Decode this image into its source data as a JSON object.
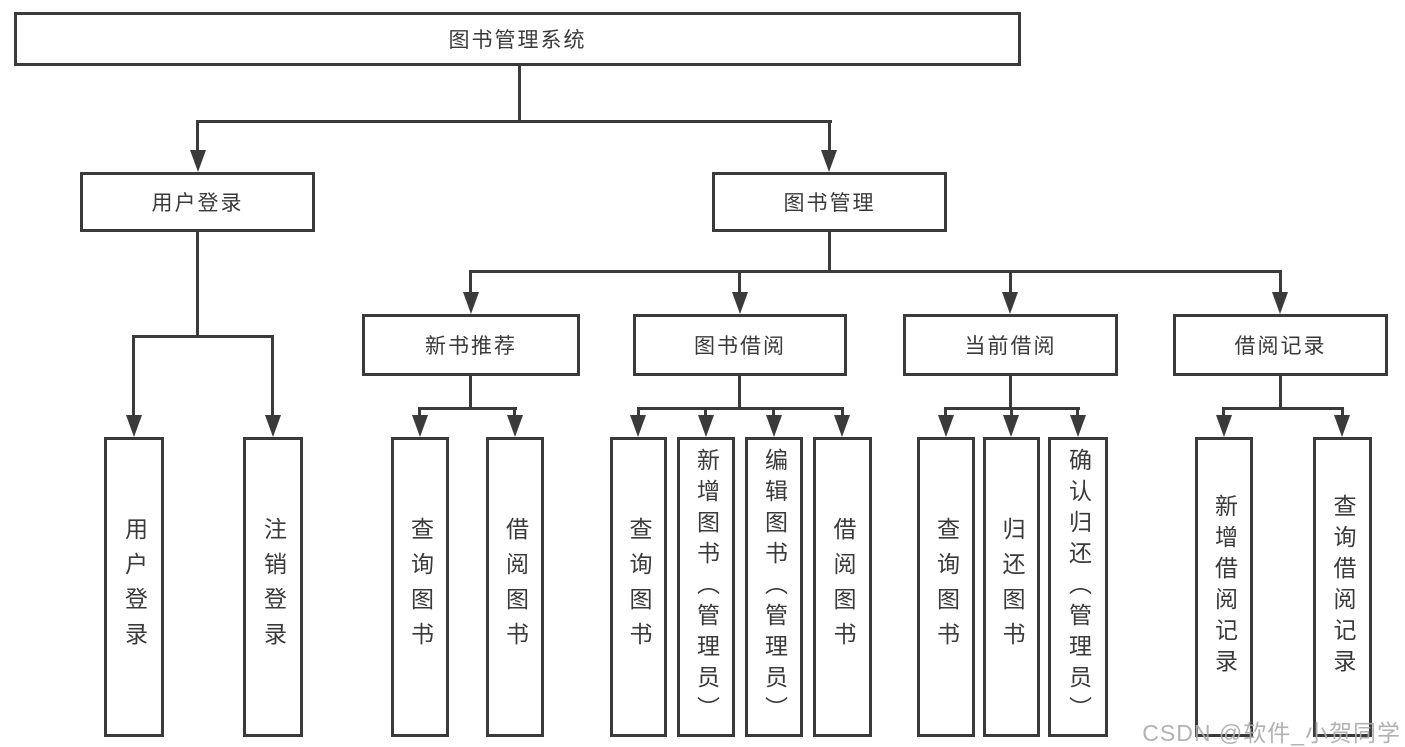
{
  "diagram": {
    "type": "function-structure-tree",
    "watermark": {
      "text": "CSDN @软件_小贺同学"
    },
    "colors": {
      "line": "#3a3a3a",
      "box_border": "#3a3a3a",
      "text": "#3a3a3a",
      "box_fill": "#ffffff",
      "background": "#ffffff",
      "watermark": "#ababab"
    },
    "tree": {
      "root": {
        "label": "图书管理系统"
      },
      "level2": [
        {
          "label": "用户登录",
          "children": [
            "用户登录",
            "注销登录"
          ]
        },
        {
          "label": "图书管理"
        }
      ],
      "level3": [
        {
          "label": "新书推荐",
          "children": [
            "查询图书",
            "借阅图书"
          ]
        },
        {
          "label": "图书借阅",
          "children": [
            "查询图书",
            "新增图书（管理员）",
            "编辑图书（管理员）",
            "借阅图书"
          ]
        },
        {
          "label": "当前借阅",
          "children": [
            "查询图书",
            "归还图书",
            "确认归还（管理员）"
          ]
        },
        {
          "label": "借阅记录",
          "children": [
            "新增借阅记录",
            "查询借阅记录"
          ]
        }
      ]
    }
  }
}
